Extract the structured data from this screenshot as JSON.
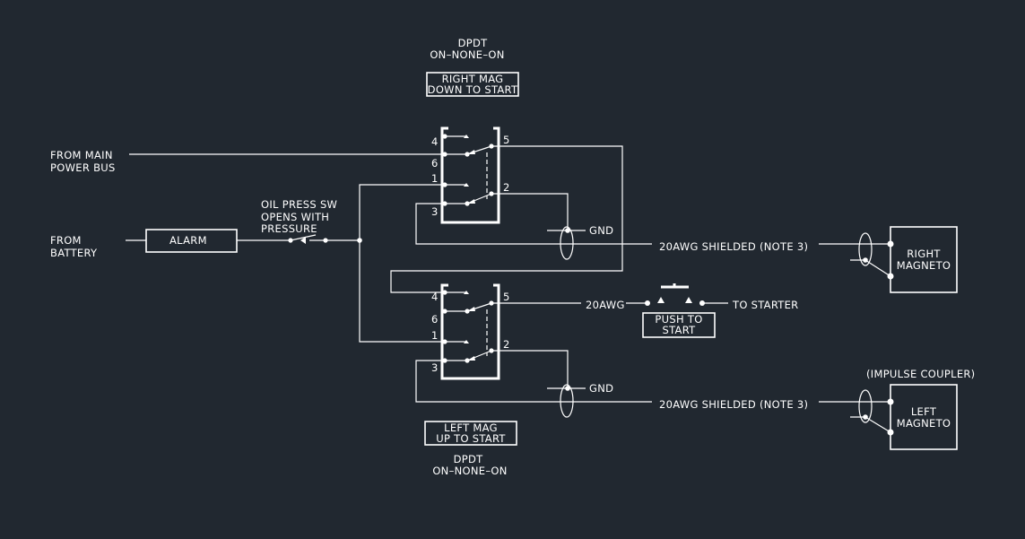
{
  "colors": {
    "background": "#212830",
    "line": "#ffffff"
  },
  "top_switch": {
    "type_line1": "DPDT",
    "type_line2": "ON–NONE–ON",
    "label_line1": "RIGHT MAG",
    "label_line2": "DOWN TO START",
    "pins": [
      "4",
      "6",
      "1",
      "3",
      "5",
      "2"
    ]
  },
  "bottom_switch": {
    "type_line1": "DPDT",
    "type_line2": "ON–NONE–ON",
    "label_line1": "LEFT MAG",
    "label_line2": "UP TO START",
    "pins": [
      "4",
      "6",
      "1",
      "3",
      "5",
      "2"
    ]
  },
  "inputs": {
    "main_bus_line1": "FROM MAIN",
    "main_bus_line2": "POWER BUS",
    "battery_line1": "FROM",
    "battery_line2": "BATTERY"
  },
  "alarm": "ALARM",
  "oil_switch": {
    "line1": "OIL PRESS SW",
    "line2": "OPENS WITH",
    "line3": "PRESSURE"
  },
  "gnd_top": "GND",
  "gnd_bottom": "GND",
  "wire_top": "20AWG SHIELDED (NOTE 3)",
  "wire_bottom": "20AWG SHIELDED (NOTE 3)",
  "wire_starter": "20AWG",
  "push_button": {
    "line1": "PUSH TO",
    "line2": "START"
  },
  "to_starter": "TO STARTER",
  "right_magneto": {
    "line1": "RIGHT",
    "line2": "MAGNETO"
  },
  "left_magneto": {
    "line1": "LEFT",
    "line2": "MAGNETO",
    "note": "(IMPULSE COUPLER)"
  }
}
